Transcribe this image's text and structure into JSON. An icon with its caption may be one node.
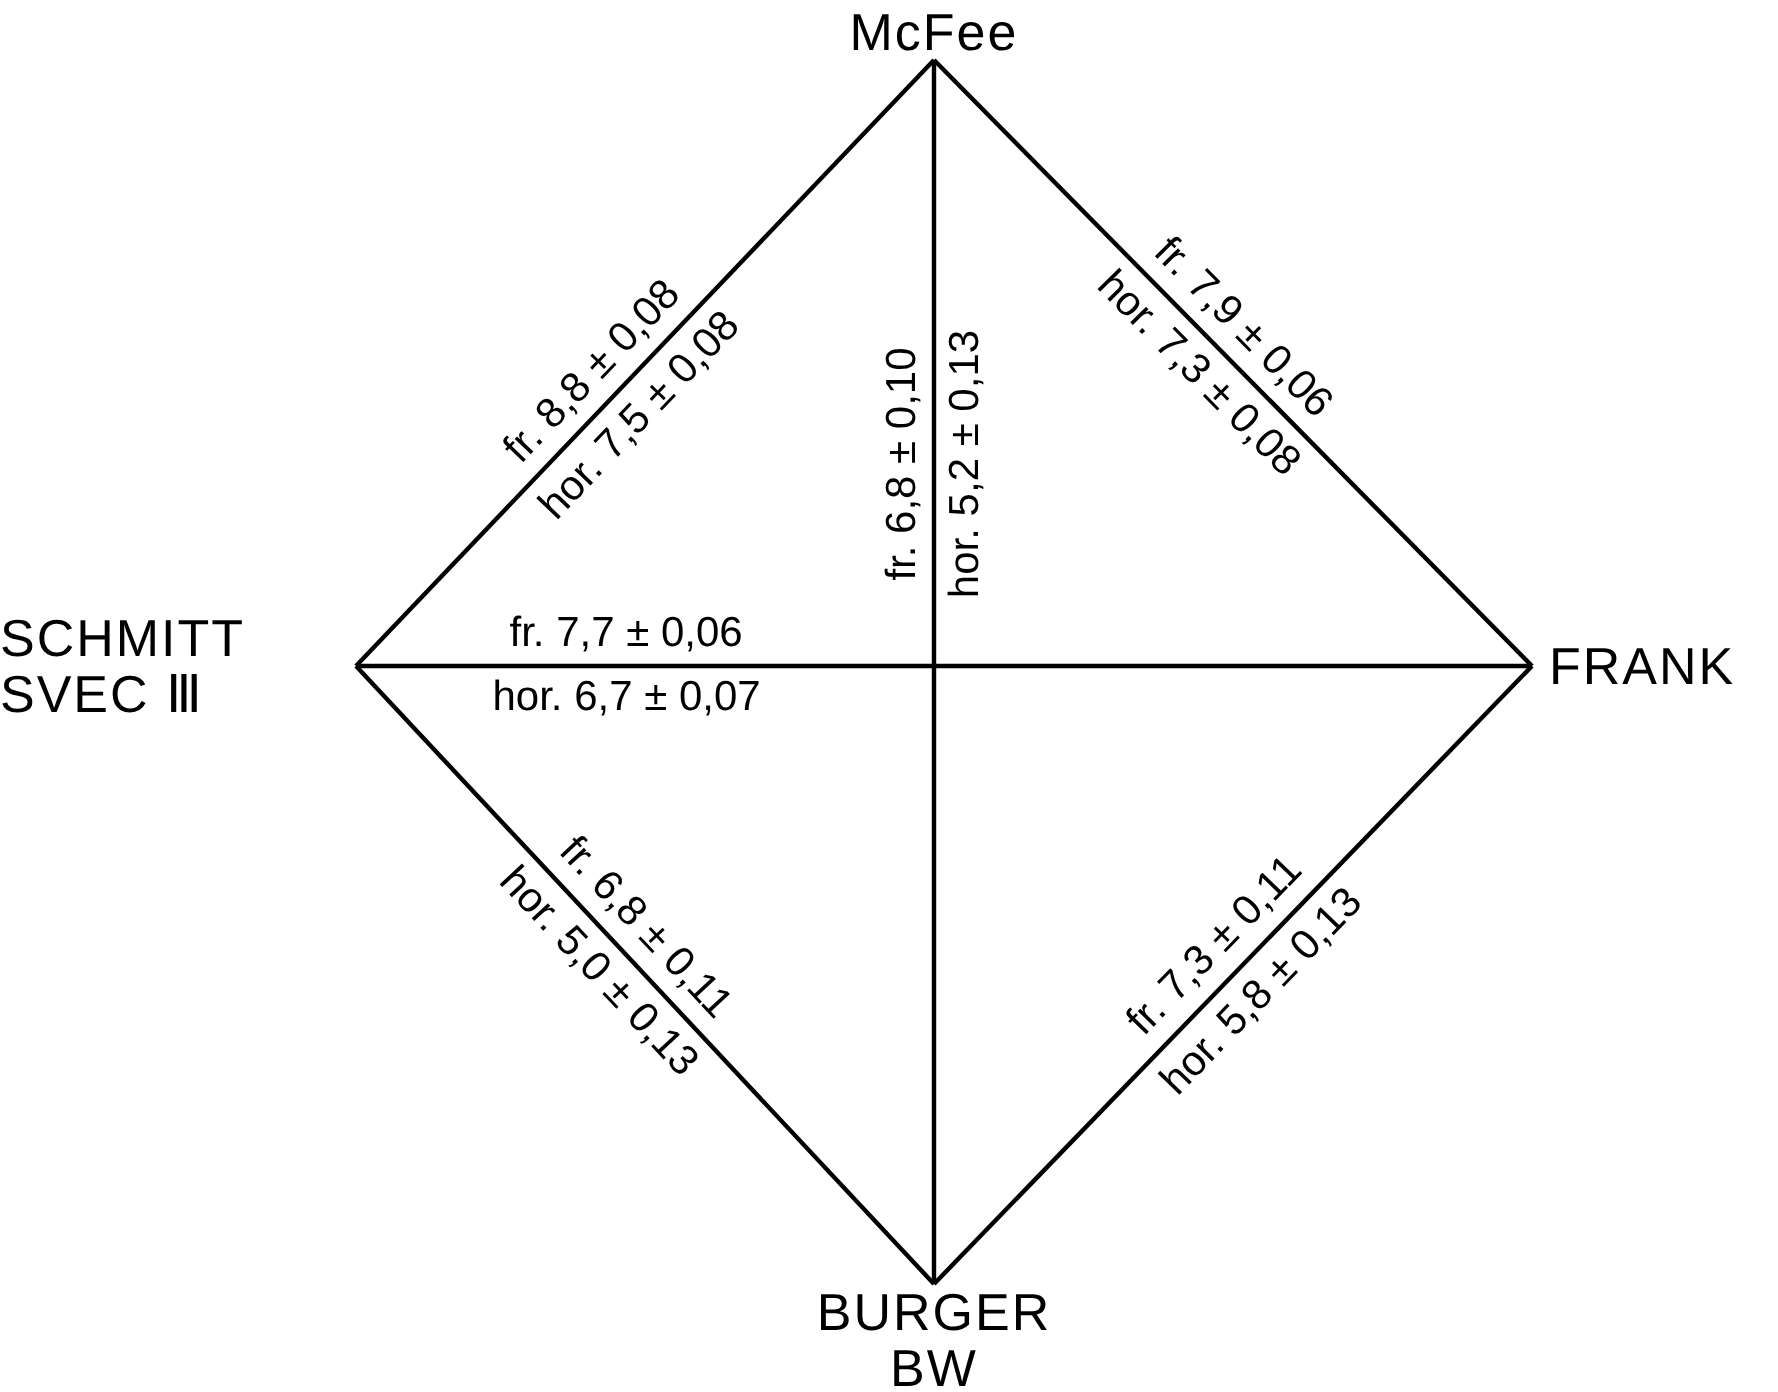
{
  "diagram": {
    "nodes": [
      {
        "text": [
          "McFee"
        ]
      },
      {
        "text": [
          "SCHMITT SVEC Ⅲ"
        ]
      },
      {
        "text": [
          "FRANK"
        ]
      },
      {
        "text": [
          "BURGER BW"
        ]
      }
    ],
    "edges": [
      {
        "from": 0,
        "to": 1,
        "arrow": "none",
        "label": "fr. 8,8 ± 0,08"
      },
      {
        "from": 0,
        "to": 2,
        "arrow": "none",
        "label": "fr. 7,9 ± 0,06"
      },
      {
        "from": 0,
        "to": 3,
        "arrow": "none",
        "label": "fr. 6,8 ± 0,10"
      },
      {
        "from": 1,
        "to": 2,
        "arrow": "none",
        "label": "fr. 7,7 ± 0,06"
      },
      {
        "from": 1,
        "to": 3,
        "arrow": "none",
        "label": "fr. 6,8 ± 0,11"
      },
      {
        "from": 2,
        "to": 3,
        "arrow": "none",
        "label": "fr. 7,3 ± 0,11"
      }
    ],
    "labels": [
      "hor. 7,5 ± 0,08",
      "hor. 7,3 ± 0,08",
      "hor. 5,2 ± 0,13",
      "hor. 6,7 ± 0,07",
      "hor. 5,0 ± 0,13",
      "hor. 5,8 ± 0,13"
    ]
  }
}
